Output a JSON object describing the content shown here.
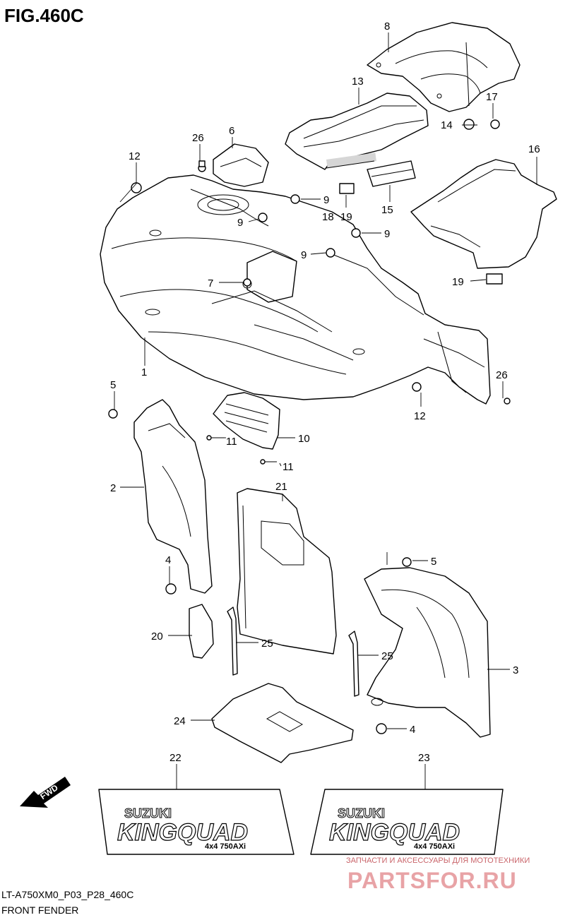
{
  "header": {
    "figure_title": "FIG.460C"
  },
  "footer": {
    "model_code": "LT-A750XM0_P03_P28_460C",
    "section_name": "FRONT FENDER"
  },
  "fwd_label": "FWD",
  "decal_22": {
    "number": "22",
    "brand": "SUZUKI",
    "model": "KINGQUAD",
    "badge": "4x4 750AXi"
  },
  "decal_23": {
    "number": "23",
    "brand": "SUZUKI",
    "model": "KINGQUAD",
    "badge": "4x4 750AXi"
  },
  "watermark": {
    "line1": "ЗАПЧАСТИ И АКСЕССУАРЫ ДЛЯ МОТОТЕХНИКИ",
    "line2": "PARTSFOR.RU"
  },
  "callouts": [
    "8",
    "13",
    "17",
    "14",
    "26",
    "6",
    "12",
    "16",
    "9",
    "9",
    "18",
    "19",
    "15",
    "9",
    "9",
    "19",
    "7",
    "1",
    "26",
    "5",
    "12",
    "10",
    "11",
    "11",
    "2",
    "21",
    "4",
    "5",
    "20",
    "25",
    "25",
    "3",
    "24",
    "4"
  ]
}
